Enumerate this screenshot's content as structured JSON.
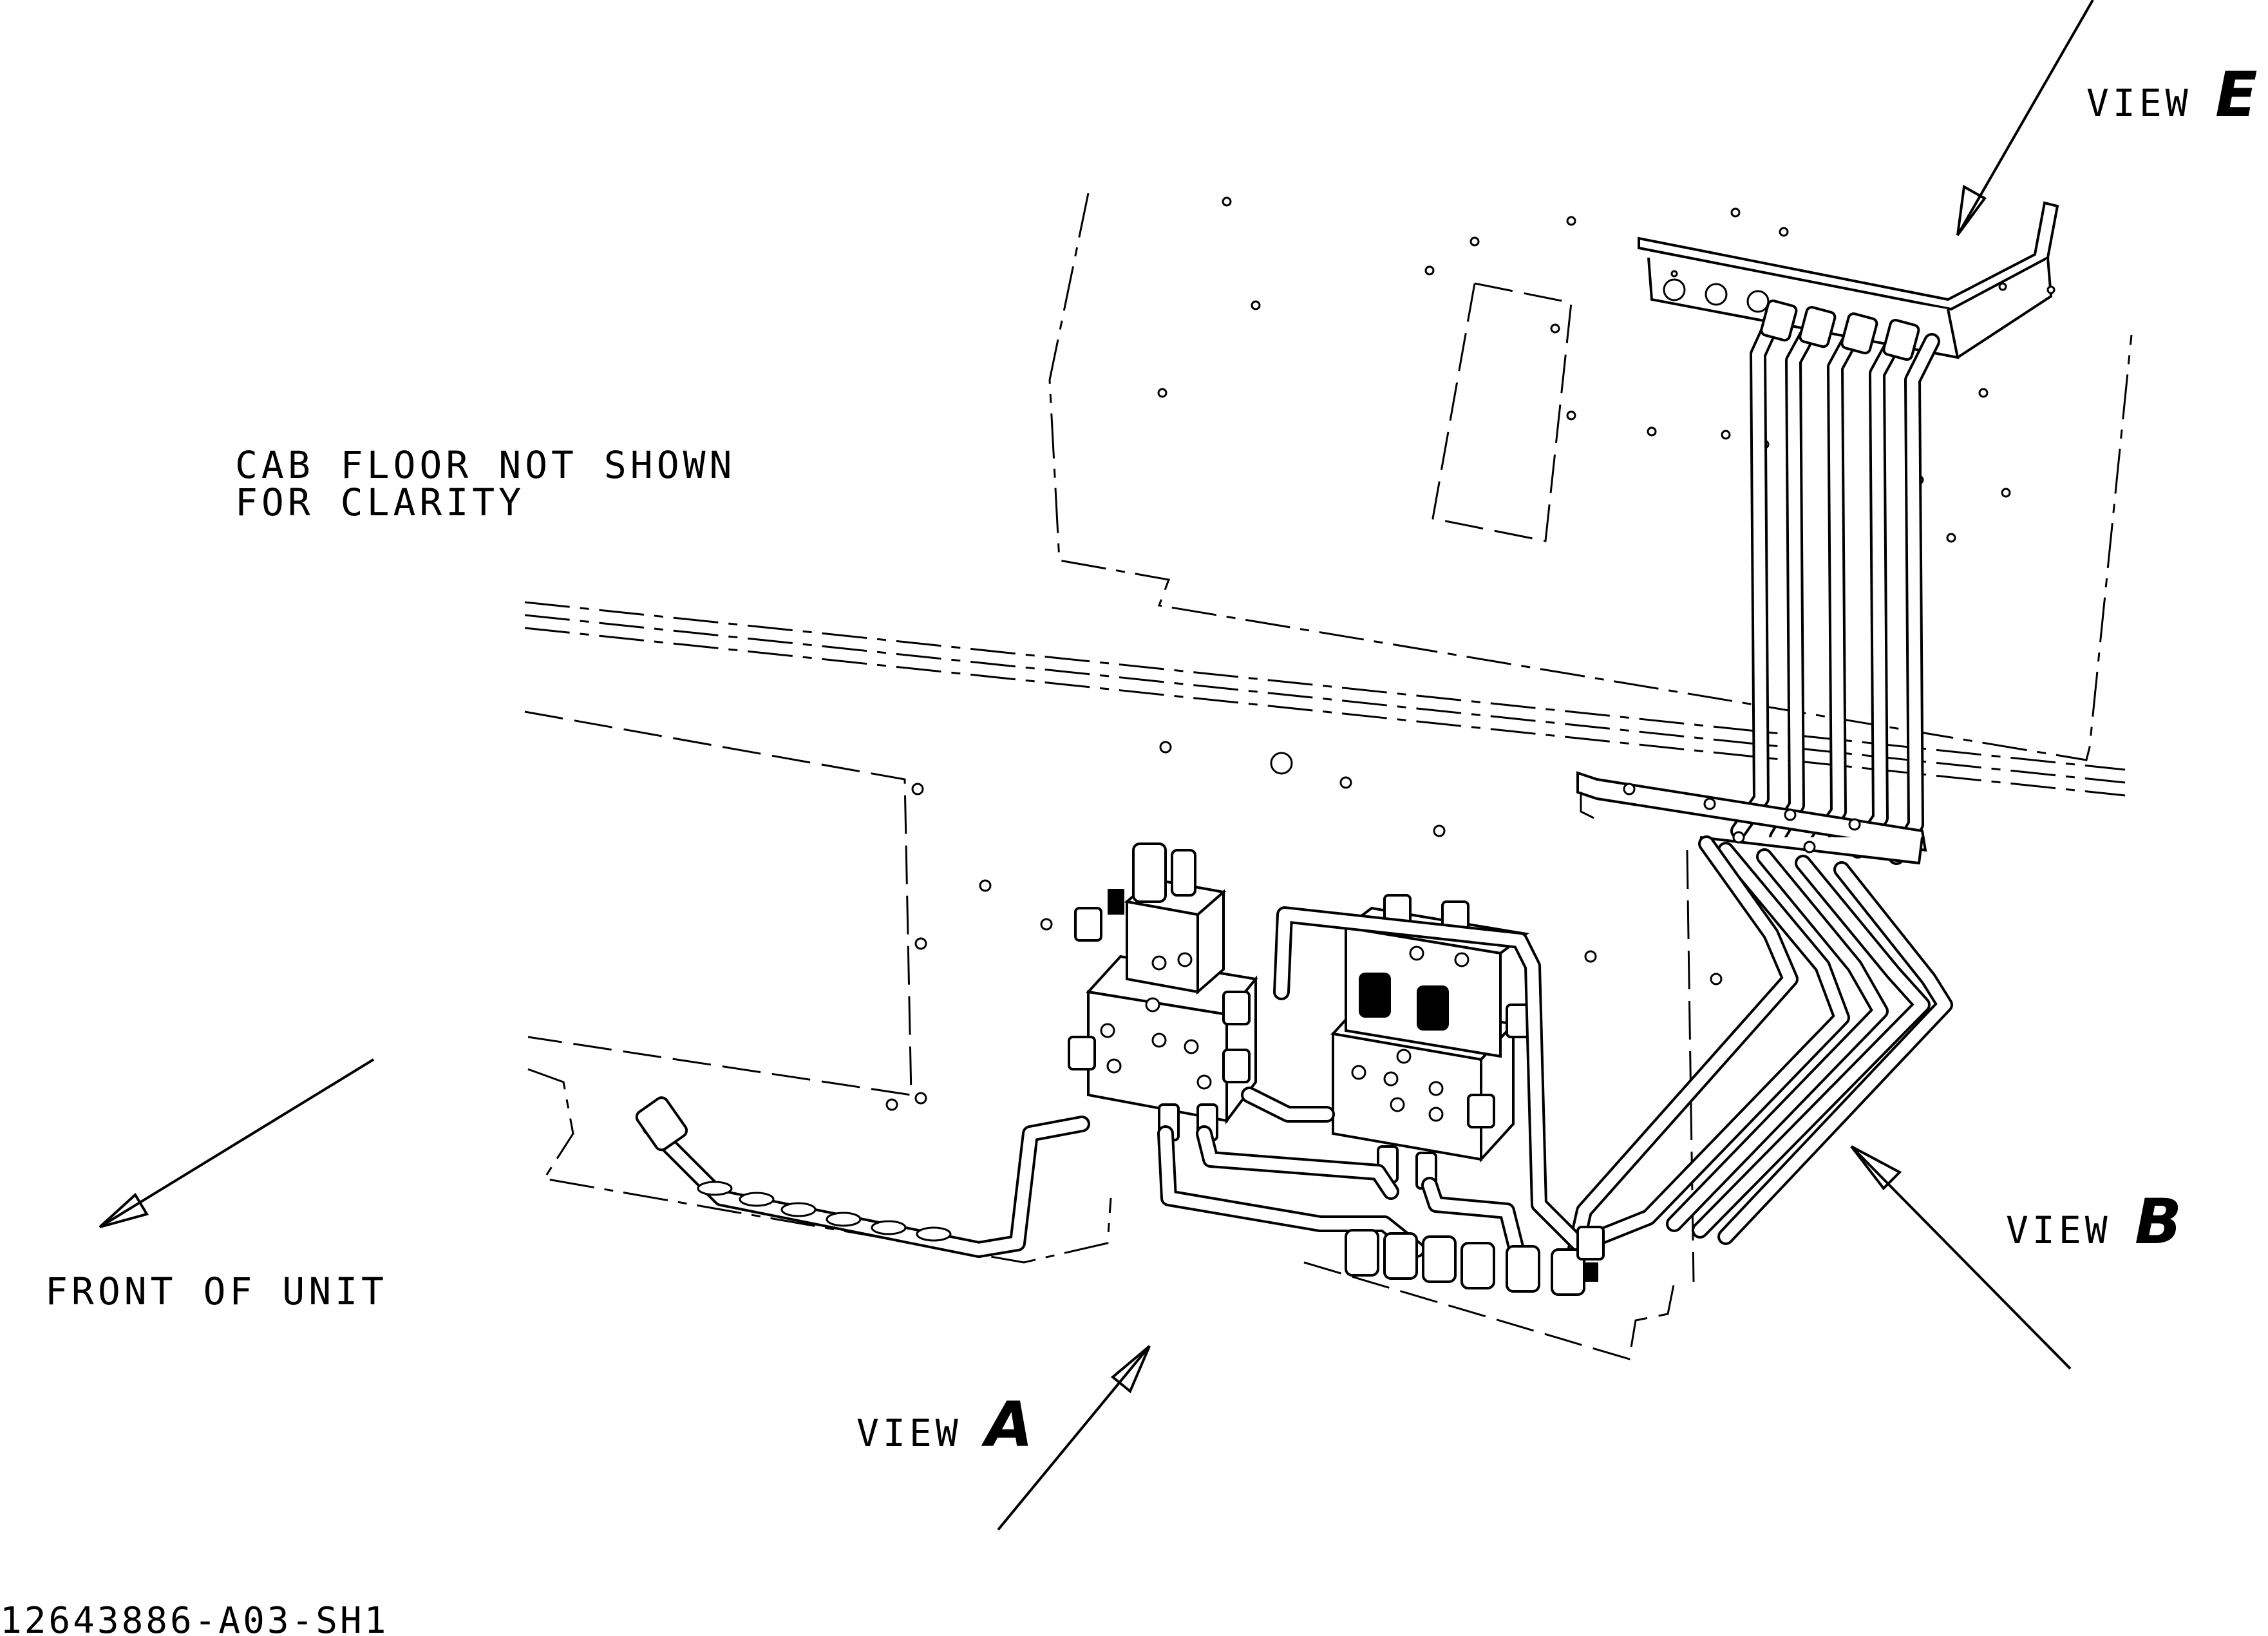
{
  "notes": {
    "cab_floor_line1": "CAB FLOOR NOT SHOWN",
    "cab_floor_line2": "FOR CLARITY",
    "front_of_unit": "FRONT OF UNIT"
  },
  "views": [
    {
      "word": "VIEW",
      "letter": "E"
    },
    {
      "word": "VIEW",
      "letter": "B"
    },
    {
      "word": "VIEW",
      "letter": "A"
    }
  ],
  "drawing_number": "12643886-A03-SH1"
}
